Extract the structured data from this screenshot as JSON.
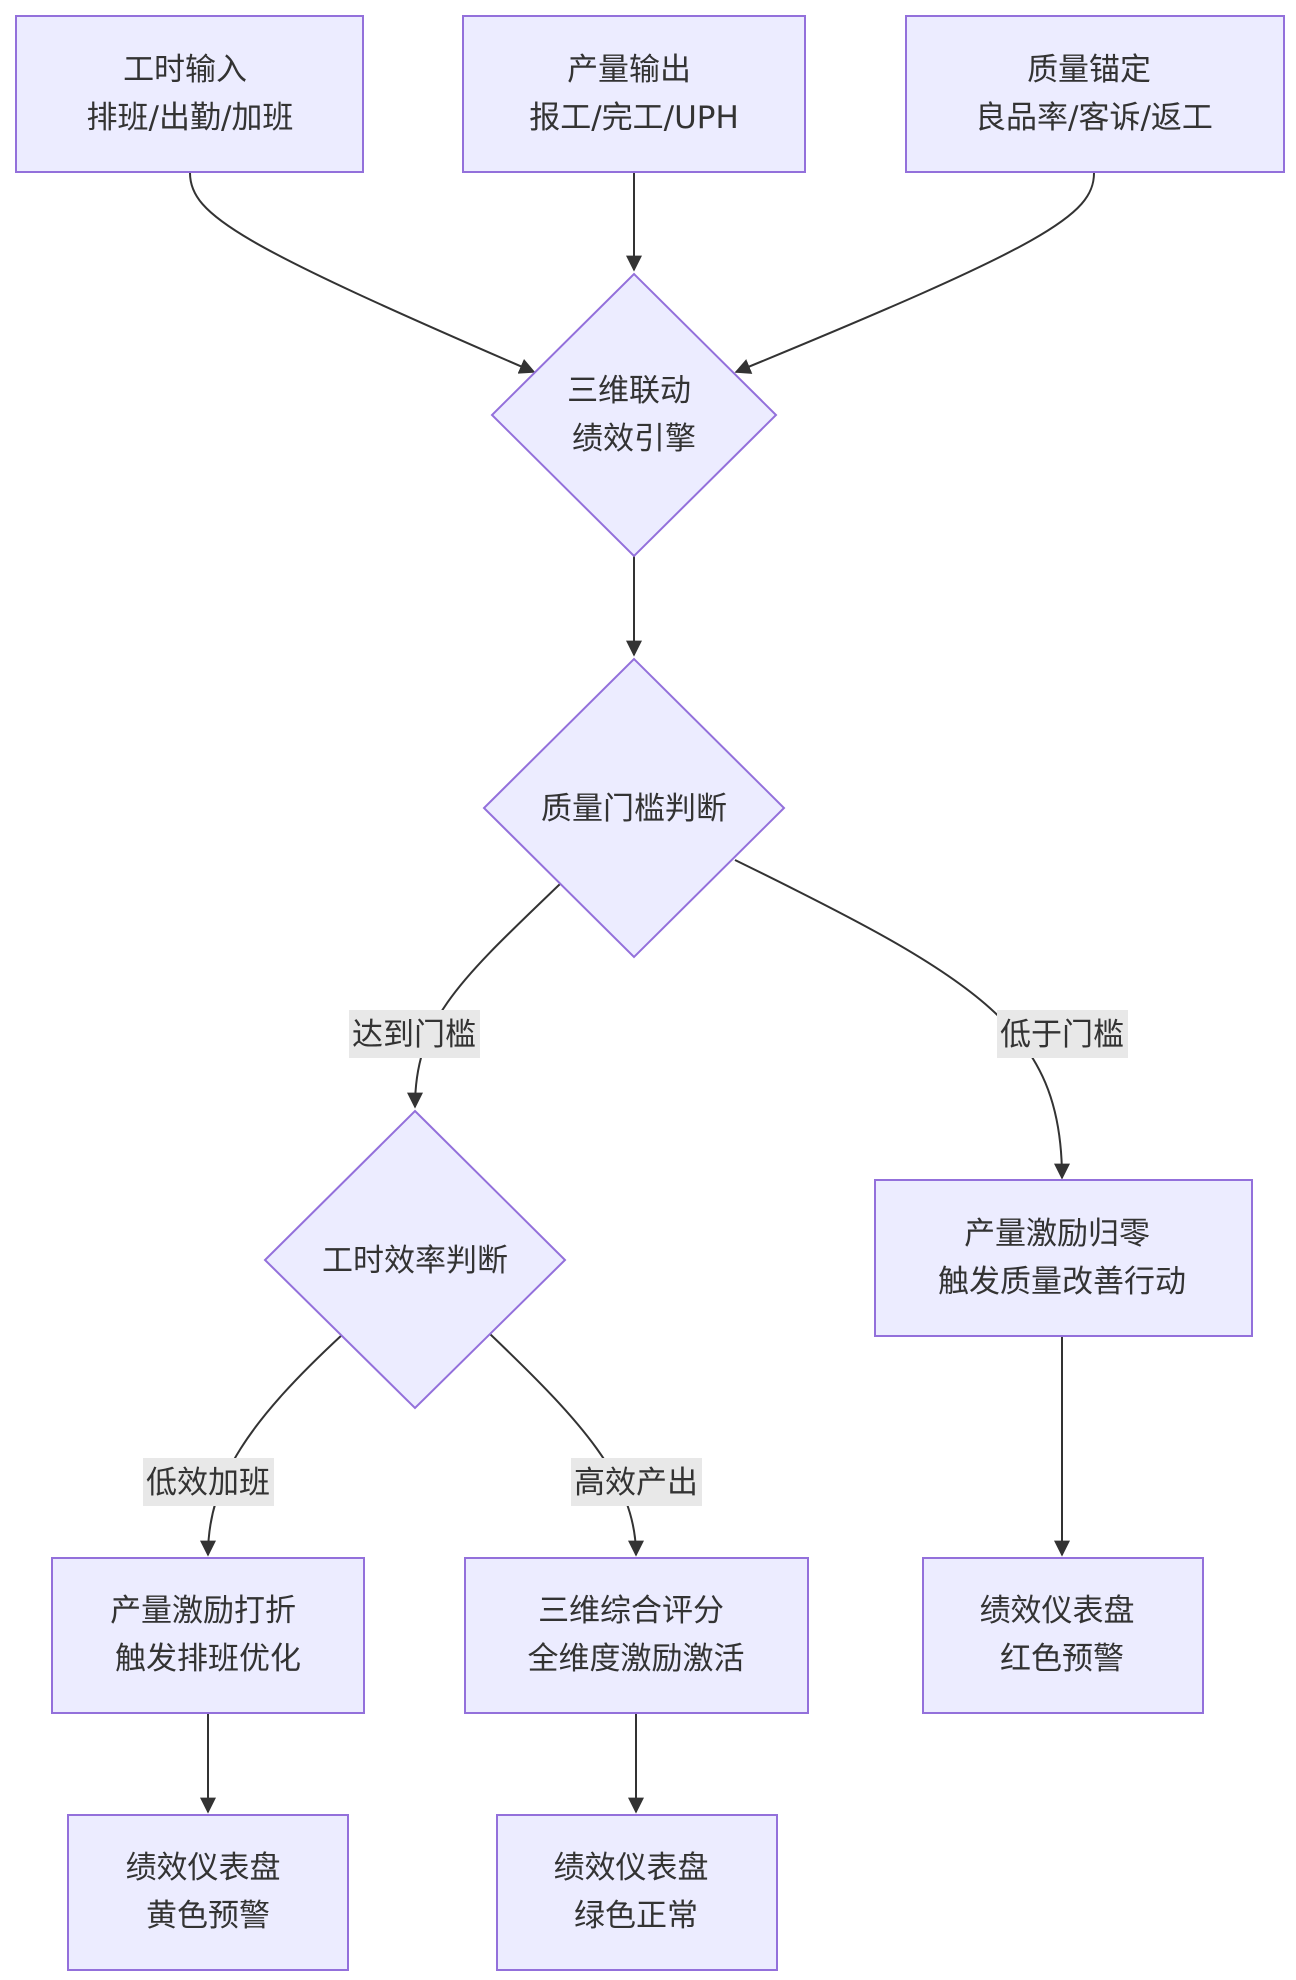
{
  "diagram": {
    "nodes": {
      "hours_input": {
        "lines": [
          "工时输入",
          "排班/出勤/加班"
        ]
      },
      "output": {
        "lines": [
          "产量输出",
          "报工/完工/UPH"
        ]
      },
      "quality": {
        "lines": [
          "质量锚定",
          "良品率/客诉/返工"
        ]
      },
      "engine": {
        "lines": [
          "三维联动",
          "绩效引擎"
        ]
      },
      "quality_check": {
        "lines": [
          "质量门槛判断"
        ]
      },
      "efficiency_check": {
        "lines": [
          "工时效率判断"
        ]
      },
      "output_zero": {
        "lines": [
          "产量激励归零",
          "触发质量改善行动"
        ]
      },
      "output_discount": {
        "lines": [
          "产量激励打折",
          "触发排班优化"
        ]
      },
      "full_score": {
        "lines": [
          "三维综合评分",
          "全维度激励激活"
        ]
      },
      "dashboard_yellow": {
        "lines": [
          "绩效仪表盘",
          "黄色预警"
        ]
      },
      "dashboard_green": {
        "lines": [
          "绩效仪表盘",
          "绿色正常"
        ]
      },
      "dashboard_red": {
        "lines": [
          "绩效仪表盘",
          "红色预警"
        ]
      }
    },
    "edge_labels": {
      "reach_threshold": "达到门槛",
      "below_threshold": "低于门槛",
      "low_efficiency_overtime": "低效加班",
      "high_efficiency_output": "高效产出"
    }
  }
}
